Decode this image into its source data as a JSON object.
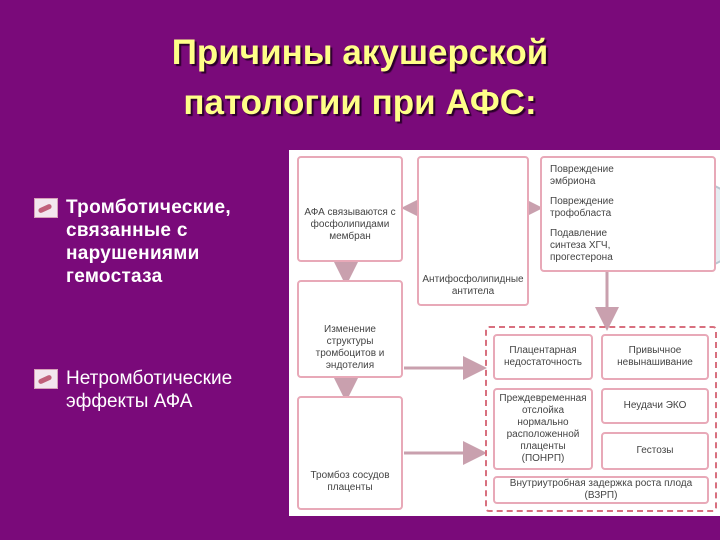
{
  "slide": {
    "title_line1": "Причины акушерской",
    "title_line2": "патологии при АФС:",
    "bullets": [
      {
        "text": "Тромботические, связанные с нарушениями гемостаза",
        "icon": "bullet-image-icon"
      },
      {
        "text": "Нетромботические эффекты АФА",
        "icon": "bullet-image-icon"
      }
    ]
  },
  "diagram": {
    "col_left": {
      "box1": "АФА связываются с фосфолипидами мембран",
      "box2": "Изменение структуры тромбоцитов и эндотелия",
      "box3": "Тромбоз сосудов плаценты"
    },
    "antibody_label": "Антифосфолипидные антитела",
    "right_top": {
      "item1": "Повреждение эмбриона",
      "item2": "Повреждение трофобласта",
      "item3": "Подавление синтеза ХГЧ, прогестерона"
    },
    "outcomes": {
      "a1": "Плацентарная недостаточность",
      "a2": "Привычное невынашивание",
      "a3": "Преждевременная отслойка нормально расположенной плаценты (ПОНРП)",
      "a4": "Неудачи ЭКО",
      "a5": "Гестозы",
      "a6": "Внутриутробная задержка роста плода (ВЗРП)"
    },
    "colors": {
      "border": "#e8a9b8",
      "arrow": "#c9a0ae",
      "antibody_green": "#6fbf3a",
      "antibody_purple": "#8c6fb0"
    }
  }
}
